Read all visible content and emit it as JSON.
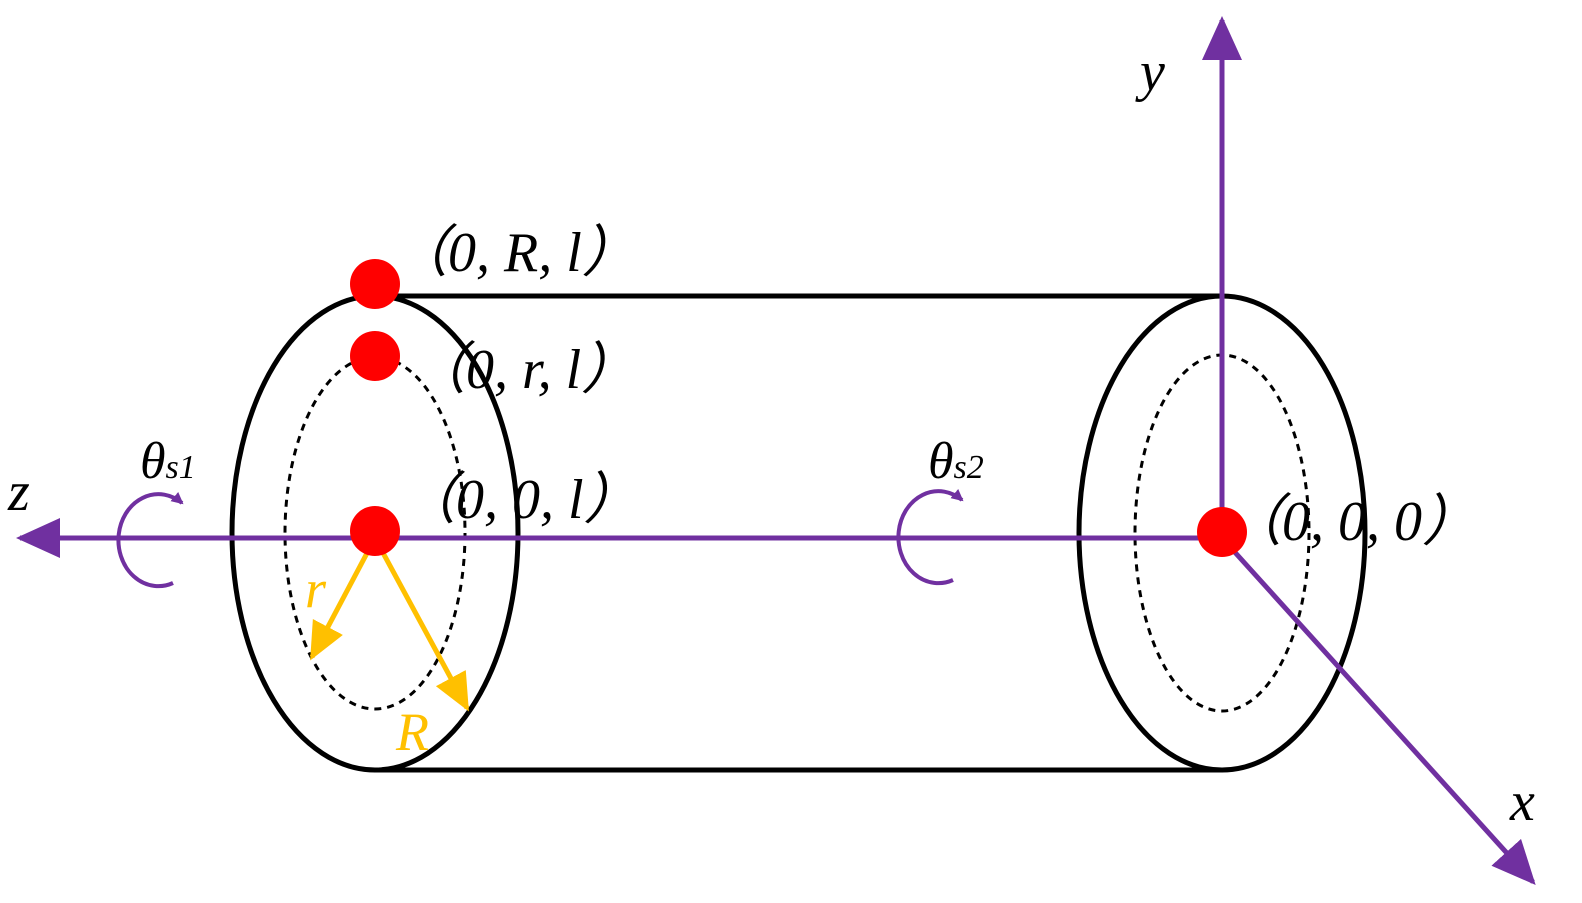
{
  "colors": {
    "axis": "#7030A0",
    "outline": "#000000",
    "point": "#FF0000",
    "radius": "#FFC000",
    "background": "#FFFFFF"
  },
  "axes": {
    "x": "x",
    "y": "y",
    "z": "z"
  },
  "points": {
    "outer_top": "（0, R, l）",
    "inner_top": "（0, r, l）",
    "near_center": "（0, 0, l）",
    "origin": "（0, 0, 0）"
  },
  "rotations": {
    "near": {
      "symbol": "θ",
      "subscript": "s1"
    },
    "far": {
      "symbol": "θ",
      "subscript": "s2"
    }
  },
  "radii": {
    "inner": "r",
    "outer": "R"
  }
}
